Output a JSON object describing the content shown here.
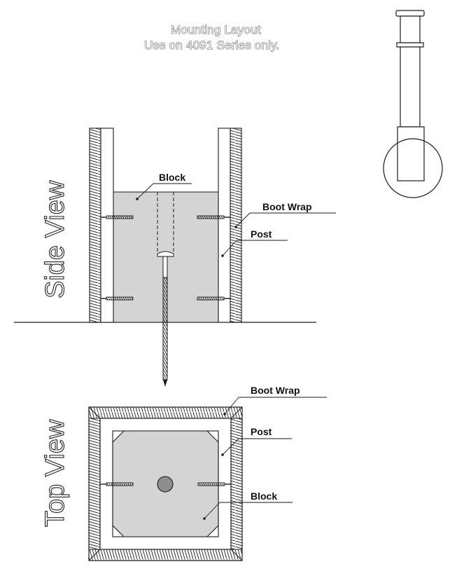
{
  "title": {
    "line1": "Mounting Layout",
    "line2": "Use on 4091 Series only."
  },
  "side_view": {
    "label": "Side View",
    "callouts": {
      "block": "Block",
      "boot_wrap": "Boot Wrap",
      "post": "Post"
    }
  },
  "top_view": {
    "label": "Top View",
    "callouts": {
      "boot_wrap": "Boot Wrap",
      "post": "Post",
      "block": "Block"
    }
  },
  "colors": {
    "line": "#1a1a1a",
    "block_fill": "#d4d4d4",
    "background": "#ffffff"
  }
}
